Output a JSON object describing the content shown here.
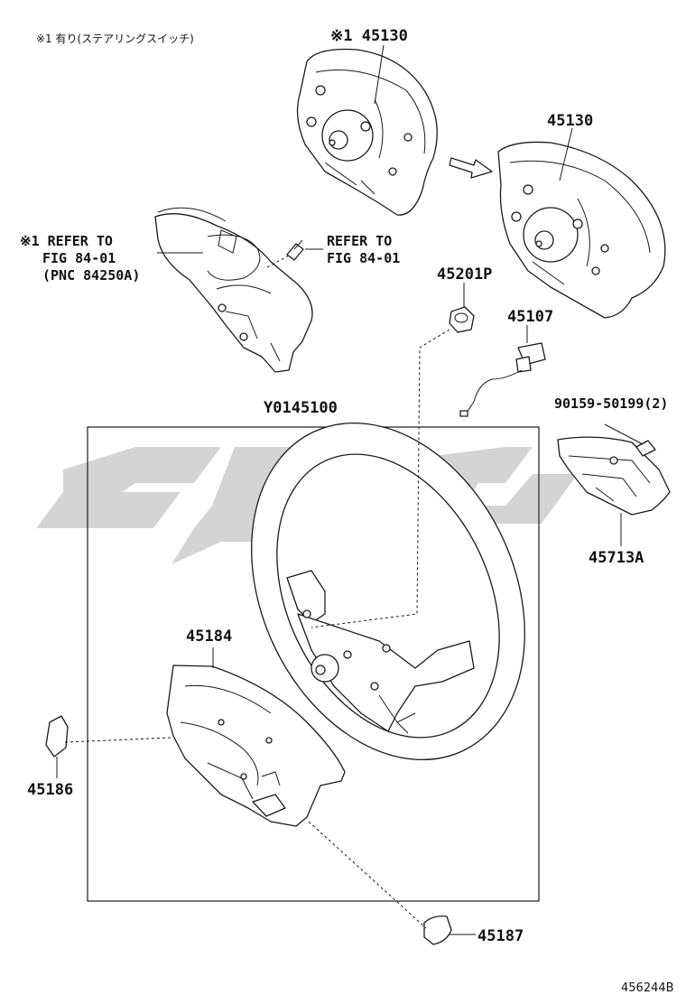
{
  "note": "※1 有り(ステアリングスイッチ)",
  "watermark_text": "",
  "figure_code": "456244B",
  "labels": {
    "p45130_top": "※1 45130",
    "p45130_right": "45130",
    "ref_left_line1": "※1 REFER TO",
    "ref_left_line2": "FIG 84-01",
    "ref_left_line3": "(PNC 84250A)",
    "ref_mid_line1": "REFER TO",
    "ref_mid_line2": "FIG 84-01",
    "p45201P": "45201P",
    "p45107": "45107",
    "pY0145100": "Y0145100",
    "p90159": "90159-50199(2)",
    "p45713A": "45713A",
    "p45184": "45184",
    "p45186": "45186",
    "p45187": "45187"
  },
  "colors": {
    "line": "#1a1a1a",
    "watermark": "#b9b9b9",
    "background": "#ffffff"
  }
}
